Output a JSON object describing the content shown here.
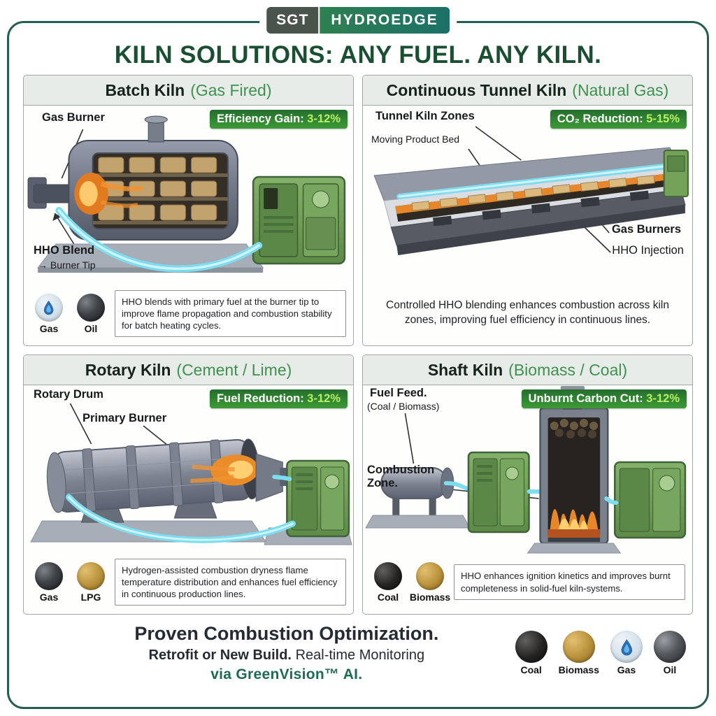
{
  "brand": {
    "sgt": "SGT",
    "name": "HYDROEDGE"
  },
  "title": "KILN SOLUTIONS: ANY FUEL. ANY KILN.",
  "panels": [
    {
      "title": "Batch Kiln",
      "subtitle": "(Gas Fired)",
      "badge_label": "Efficiency Gain:",
      "badge_value": "3-12%",
      "callout_burner": "Gas Burner",
      "callout_hho_1": "HHO Blend",
      "callout_hho_2": "→ Burner Tip",
      "fuels": [
        {
          "label": "Gas"
        },
        {
          "label": "Oil"
        }
      ],
      "description": "HHO blends with primary fuel at the burner tip to improve flame propagation and combustion stability for batch heating cycles."
    },
    {
      "title": "Continuous Tunnel Kiln",
      "subtitle": "(Natural Gas)",
      "badge_label": "CO₂ Reduction:",
      "badge_value": "5-15%",
      "callout_zones": "Tunnel Kiln Zones",
      "callout_bed": "Moving Product Bed",
      "callout_burners": "Gas Burners",
      "callout_injection": "HHO Injection",
      "description": "Controlled HHO blending enhances combustion across kiln zones, improving fuel efficiency in continuous lines."
    },
    {
      "title": "Rotary Kiln",
      "subtitle": "(Cement / Lime)",
      "badge_label": "Fuel Reduction:",
      "badge_value": "3-12%",
      "callout_drum": "Rotary Drum",
      "callout_burner": "Primary Burner",
      "fuels": [
        {
          "label": "Gas"
        },
        {
          "label": "LPG"
        }
      ],
      "description": "Hydrogen-assisted combustion dryness flame temperature distribution and enhances fuel efficiency in continuous production lines."
    },
    {
      "title": "Shaft Kiln",
      "subtitle": "(Biomass / Coal)",
      "badge_label": "Unburnt Carbon Cut:",
      "badge_value": "3-12%",
      "callout_feed_1": "Fuel Feed.",
      "callout_feed_2": "(Coal / Biomass)",
      "callout_zone": "Combustion Zone.",
      "fuels": [
        {
          "label": "Coal"
        },
        {
          "label": "Biomass"
        }
      ],
      "description": "HHO enhances ignition kinetics and improves burnt completeness in solid-fuel kiln-systems."
    }
  ],
  "footer": {
    "line1": "Proven Combustion Optimization.",
    "line2_bold": "Retrofit or New Build.",
    "line2_regular": "Real-time Monitoring",
    "line3": "via GreenVision™ AI.",
    "fuels": [
      {
        "label": "Coal"
      },
      {
        "label": "Biomass"
      },
      {
        "label": "Gas"
      },
      {
        "label": "Oil"
      }
    ]
  },
  "colors": {
    "frame_green": "#265f50",
    "title_green": "#1a4f31",
    "panel_subtitle_green": "#3f9150",
    "badge_green": "#2f8b33",
    "badge_value_green": "#b9ef63",
    "accent_cyan": "#7edcef",
    "machine_green": "#74a258",
    "flame_orange": "#e8872a"
  }
}
